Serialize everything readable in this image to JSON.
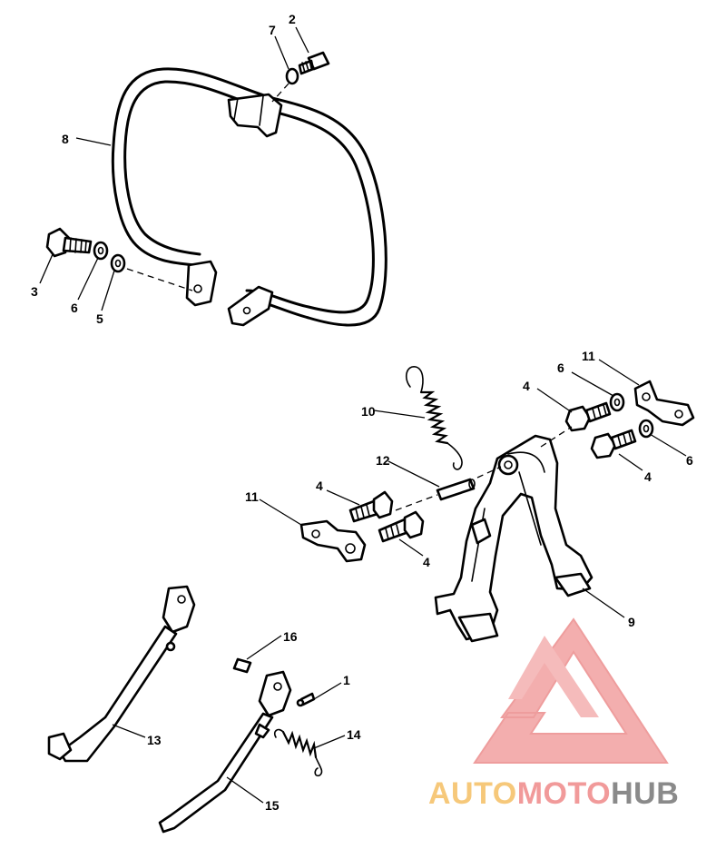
{
  "diagram": {
    "callouts": {
      "c1": "1",
      "c2": "2",
      "c3": "3",
      "c4a": "4",
      "c4b": "4",
      "c4c": "4",
      "c4d": "4",
      "c5": "5",
      "c6a": "6",
      "c6b": "6",
      "c6c": "6",
      "c7": "7",
      "c8": "8",
      "c9": "9",
      "c10": "10",
      "c11a": "11",
      "c11b": "11",
      "c12": "12",
      "c13": "13",
      "c14": "14",
      "c15": "15",
      "c16": "16"
    }
  },
  "watermark": {
    "part1": "AUTO",
    "part2": "MOTO",
    "part3": "HUB",
    "colors": {
      "auto": "#f6c87a",
      "moto": "#f19a9a",
      "hub": "#8a8a8a"
    }
  }
}
